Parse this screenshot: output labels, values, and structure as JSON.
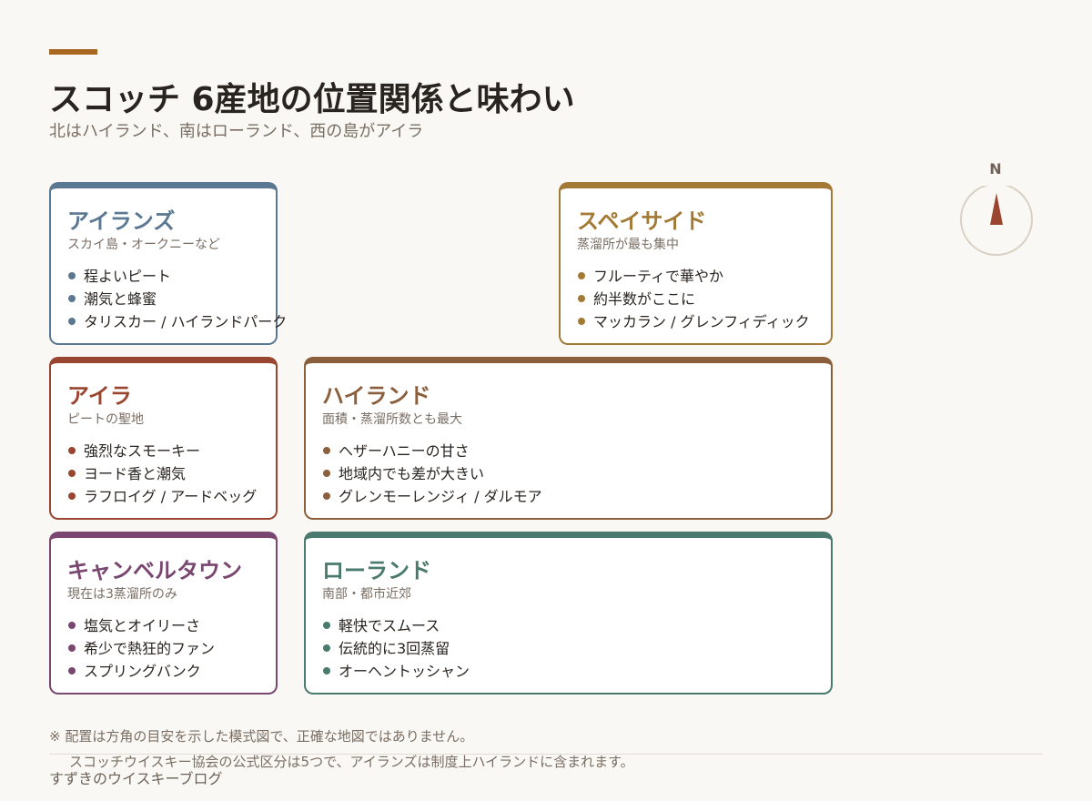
{
  "header": {
    "title": "スコッチ 6産地の位置関係と味わい",
    "subtitle": "北はハイランド、南はローランド、西の島がアイラ"
  },
  "compass": {
    "label": "N"
  },
  "colors": {
    "accent": "#a8671f",
    "islands": "#5b7892",
    "speyside": "#a37a35",
    "islay": "#9a4530",
    "highland": "#8b5f3c",
    "campbeltown": "#7a4770",
    "lowland": "#4a7a6d"
  },
  "regions": {
    "islands": {
      "name": "アイランズ",
      "tagline": "スカイ島・オークニーなど",
      "points": [
        "程よいピート",
        "潮気と蜂蜜",
        "タリスカー / ハイランドパーク"
      ]
    },
    "speyside": {
      "name": "スペイサイド",
      "tagline": "蒸溜所が最も集中",
      "points": [
        "フルーティで華やか",
        "約半数がここに",
        "マッカラン / グレンフィディック"
      ]
    },
    "islay": {
      "name": "アイラ",
      "tagline": "ピートの聖地",
      "points": [
        "強烈なスモーキー",
        "ヨード香と潮気",
        "ラフロイグ / アードベッグ"
      ]
    },
    "highland": {
      "name": "ハイランド",
      "tagline": "面積・蒸溜所数とも最大",
      "points": [
        "ヘザーハニーの甘さ",
        "地域内でも差が大きい",
        "グレンモーレンジィ / ダルモア"
      ]
    },
    "campbeltown": {
      "name": "キャンベルタウン",
      "tagline": "現在は3蒸溜所のみ",
      "points": [
        "塩気とオイリーさ",
        "希少で熱狂的ファン",
        "スプリングバンク"
      ]
    },
    "lowland": {
      "name": "ローランド",
      "tagline": "南部・都市近郊",
      "points": [
        "軽快でスムース",
        "伝統的に3回蒸留",
        "オーヘントッシャン"
      ]
    }
  },
  "footnote": {
    "line1": "※ 配置は方角の目安を示した模式図で、正確な地図ではありません。",
    "line2": "スコッチウイスキー協会の公式区分は5つで、アイランズは制度上ハイランドに含まれます。"
  },
  "footer": {
    "credit": "すずきのウイスキーブログ"
  }
}
